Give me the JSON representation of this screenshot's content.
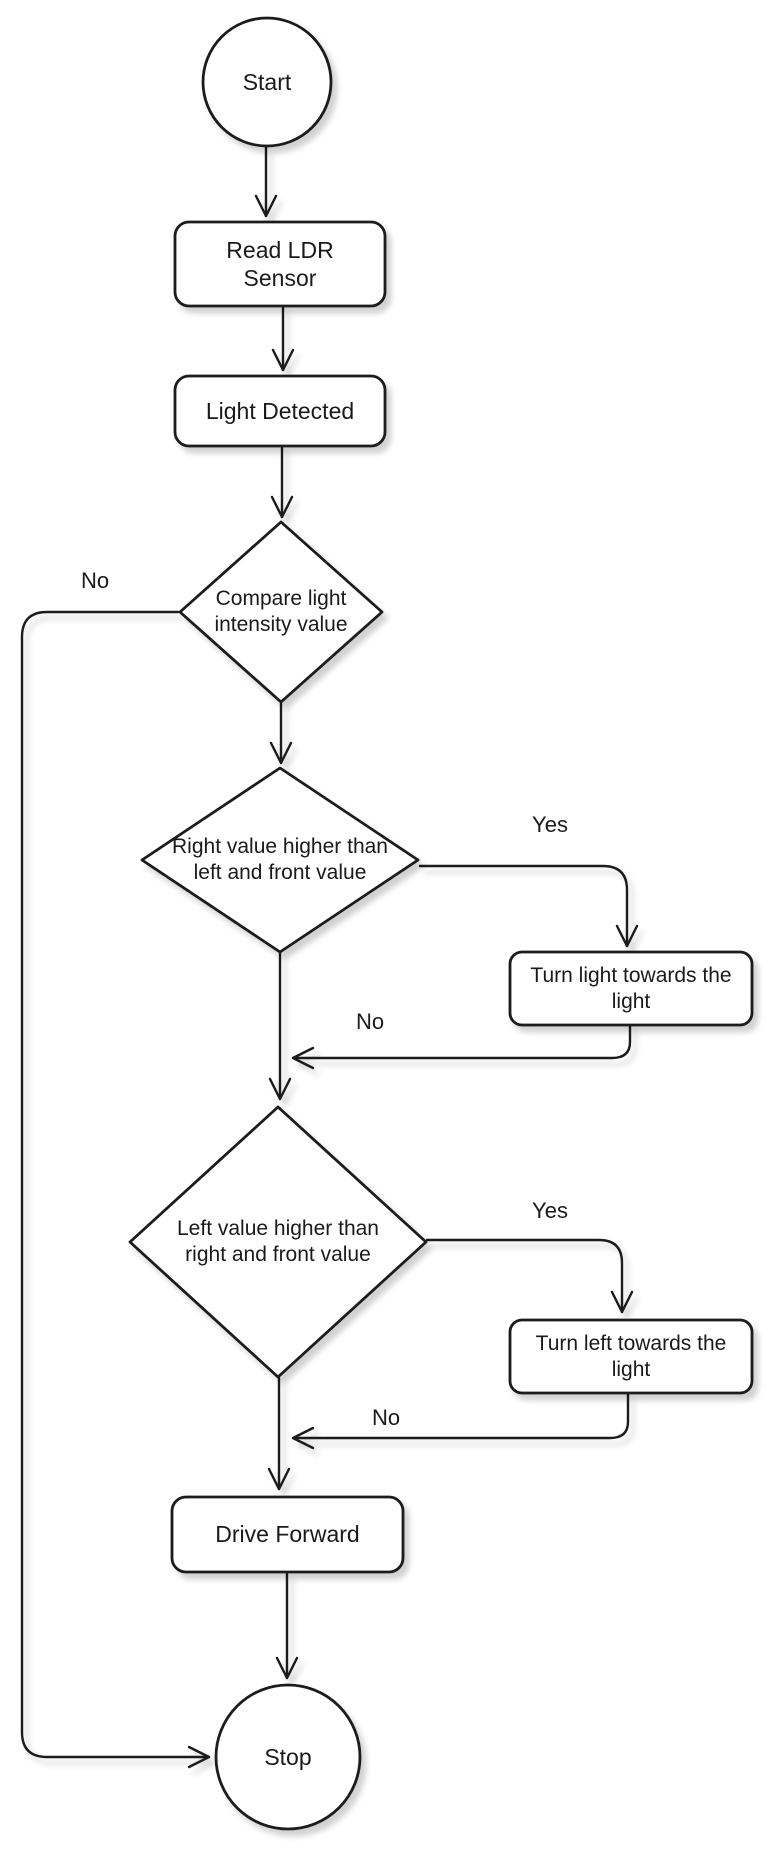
{
  "colors": {
    "background": "#ffffff",
    "shape_fill": "#ffffff",
    "stroke": "#1a1a1a",
    "text": "#1a1a1a",
    "shadow": "rgba(0,0,0,0.18)"
  },
  "nodes": {
    "start": {
      "type": "terminator",
      "label": "Start"
    },
    "read_ldr": {
      "type": "process",
      "label": "Read LDR\nSensor"
    },
    "light_detected": {
      "type": "process",
      "label": "Light Detected"
    },
    "compare": {
      "type": "decision",
      "label": "Compare light\nintensity value"
    },
    "right_higher": {
      "type": "decision",
      "label": "Right value higher than\nleft and front value"
    },
    "turn_right": {
      "type": "process",
      "label": "Turn light towards the\nlight"
    },
    "left_higher": {
      "type": "decision",
      "label": "Left value higher than\nright and front value"
    },
    "turn_left": {
      "type": "process",
      "label": "Turn left towards the\nlight"
    },
    "drive_forward": {
      "type": "process",
      "label": "Drive Forward"
    },
    "stop": {
      "type": "terminator",
      "label": "Stop"
    }
  },
  "edge_labels": {
    "compare_no": "No",
    "right_yes": "Yes",
    "right_no": "No",
    "left_yes": "Yes",
    "left_no": "No"
  }
}
